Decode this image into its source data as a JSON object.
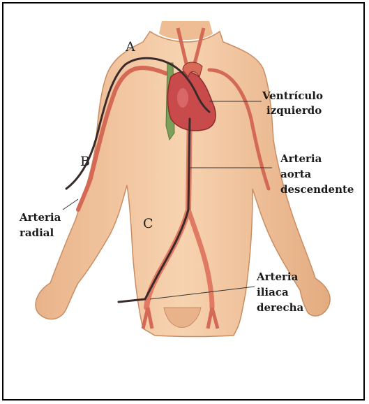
{
  "labels": {
    "A": "A",
    "B": "B",
    "C": "C",
    "ventricle_line1": "Ventrículo",
    "ventricle_line2": "izquierdo",
    "aorta_line1": "Arteria",
    "aorta_line2": "aorta",
    "aorta_line3": "descendente",
    "radial_line1": "Arteria",
    "radial_line2": "radial",
    "iliac_line1": "Arteria",
    "iliac_line2": "iliaca",
    "iliac_line3": "derecha"
  },
  "colors": {
    "skin": "#f2c7a0",
    "skin_shadow": "#dfa57c",
    "artery": "#d9604c",
    "catheter": "#3a2a2a",
    "heart": "#c94a4a"
  }
}
